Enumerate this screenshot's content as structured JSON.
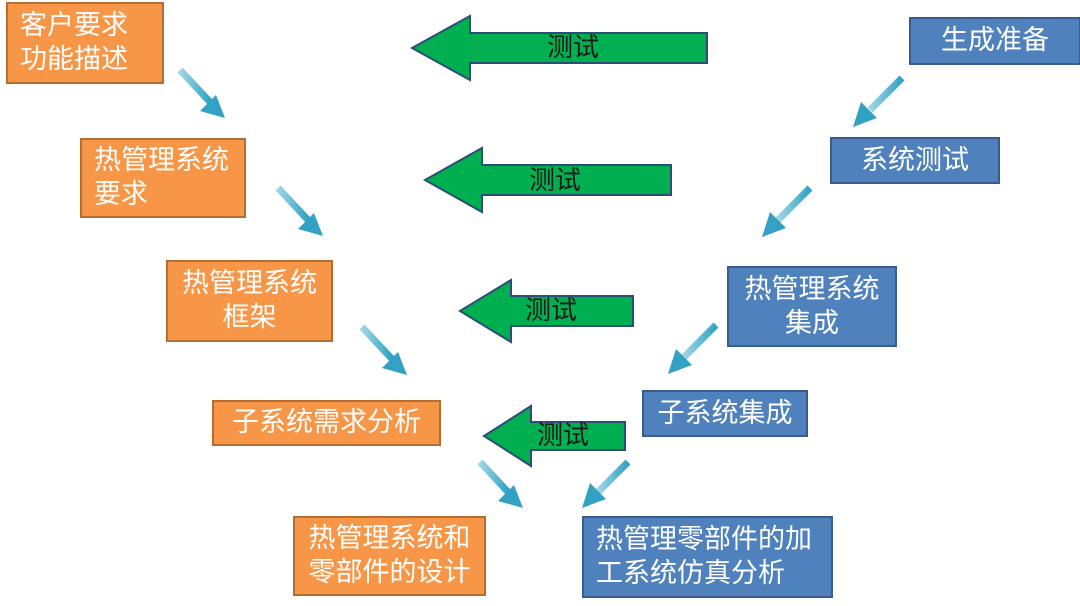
{
  "colors": {
    "orange_box": "#f79646",
    "blue_box": "#4f81bd",
    "test_arrow": "#00b050",
    "flow_arrow": "#4bacc6"
  },
  "left_column": [
    {
      "text": "客户要求\n功能描述"
    },
    {
      "text": "热管理系统\n要求"
    },
    {
      "text": "热管理系统\n框架"
    },
    {
      "text": "子系统需求分析"
    },
    {
      "text": "热管理系统和\n零部件的设计"
    }
  ],
  "right_column": [
    {
      "text": "生成准备"
    },
    {
      "text": "系统测试"
    },
    {
      "text": "热管理系统\n集成"
    },
    {
      "text": "子系统集成"
    },
    {
      "text": "热管理零部件的加\n工系统仿真分析"
    }
  ],
  "test_arrows": [
    {
      "label": "测试"
    },
    {
      "label": "测试"
    },
    {
      "label": "测试"
    },
    {
      "label": "测试"
    }
  ]
}
